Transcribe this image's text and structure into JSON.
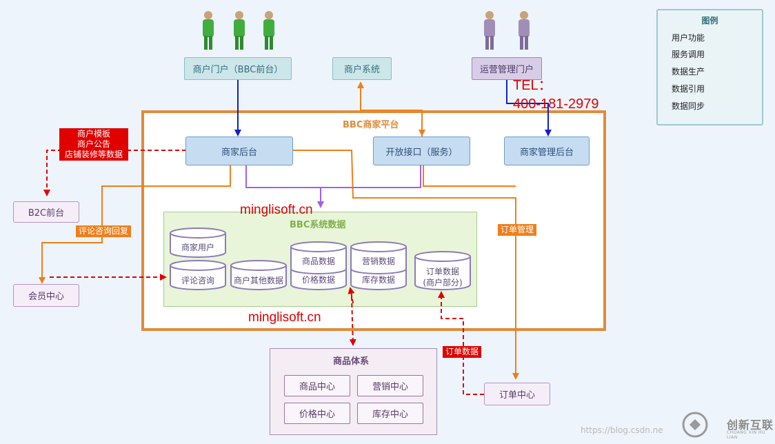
{
  "legend": {
    "title": "图例",
    "items": [
      {
        "label": "用户功能",
        "color": "#1020c8",
        "dashed": false
      },
      {
        "label": "服务调用",
        "color": "#ef7f1a",
        "dashed": false
      },
      {
        "label": "数据生产",
        "color": "#a45ee8",
        "dashed": false
      },
      {
        "label": "数据引用",
        "color": "#a45ee8",
        "dashed": true
      },
      {
        "label": "数据同步",
        "color": "#e00000",
        "dashed": true
      }
    ]
  },
  "portals": {
    "merchant_portal": "商户门户（BBC前台）",
    "merchant_system": "商户系统",
    "ops_portal": "运营管理门户"
  },
  "platform": {
    "title": "BBC商家平台",
    "merchant_backend": "商家后台",
    "open_api": "开放接口（服务）",
    "merchant_admin": "商家管理后台"
  },
  "data_zone": {
    "title": "BBC系统数据",
    "stores": {
      "merchant_user": "商家用户",
      "review": "评论咨询",
      "merchant_other": "商户其他数据",
      "product_data": "商品数据",
      "price_data": "价格数据",
      "marketing_data": "营销数据",
      "stock_data": "库存数据",
      "order_data_line1": "订单数据",
      "order_data_line2": "(商户部分)"
    }
  },
  "left": {
    "b2c_front": "B2C前台",
    "member_center": "会员中心"
  },
  "tags": {
    "merchant_template_lines": [
      "商户模板",
      "商户公告",
      "店铺装修等数据"
    ],
    "review_reply": "评论咨询回复",
    "order_manage": "订单管理",
    "order_data": "订单数据"
  },
  "product_system": {
    "title": "商品体系",
    "items": [
      "商品中心",
      "营销中心",
      "价格中心",
      "库存中心"
    ]
  },
  "order_center": "订单中心",
  "watermarks": {
    "text": "minglisoft.cn",
    "tel_line1": "TEL：",
    "tel_line2": "400-181-2979"
  },
  "footer": {
    "credit": "https://blog.csdn.ne",
    "brand": "创新互联",
    "brand_sub": "CHUANG XIN HU LIAN"
  }
}
